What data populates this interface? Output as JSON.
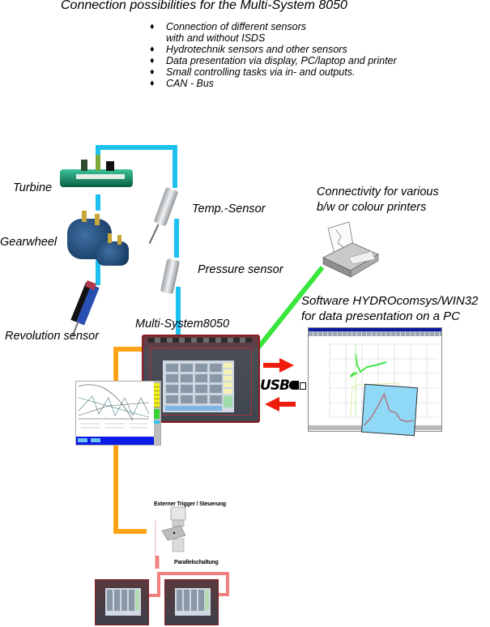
{
  "title": "Connection possibilities for the Multi-System 8050",
  "features": [
    {
      "icon": "diamond-bullet-icon",
      "text": "Connection of different sensors",
      "cont": "with and without ISDS"
    },
    {
      "icon": "diamond-bullet-icon",
      "text": "Hydrotechnik sensors and other sensors"
    },
    {
      "icon": "diamond-bullet-icon",
      "text": "Data presentation via display, PC/laptop and printer"
    },
    {
      "icon": "diamond-bullet-icon",
      "text": "Small controlling tasks via in- and outputs."
    },
    {
      "icon": "diamond-bullet-icon",
      "text": "CAN - Bus"
    }
  ],
  "bullet_glyph": "♦",
  "labels": {
    "turbine": "Turbine",
    "gearwheel": "Gearwheel",
    "revolution_sensor": "Revolution sensor",
    "temp_sensor": "Temp.-Sensor",
    "pressure_sensor": "Pressure sensor",
    "multi_system": "Multi-System8050",
    "printer_line1": "Connectivity for various",
    "printer_line2": "b/w or colour printers",
    "software_line1": "Software HYDROcomsys/WIN32",
    "software_line2": "for data presentation on a PC",
    "usb": "USB",
    "external_trigger": "Externer Trigger / Steuerung",
    "parallel": "Parallelschaltung"
  },
  "colors": {
    "sensor_wire": "#1ec0f0",
    "printer_wire": "#39e63c",
    "display_wire": "#ffa418",
    "parallel_wire": "#f08080",
    "usb_arrow": "#ee1c0c",
    "device_frame": "#8b1d22"
  }
}
